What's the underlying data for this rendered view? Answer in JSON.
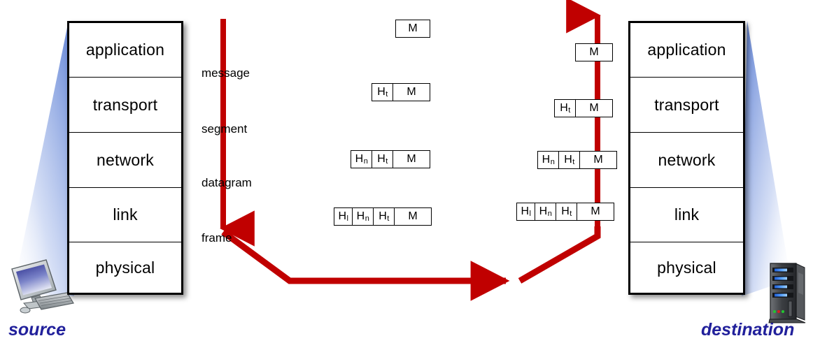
{
  "diagram": {
    "title": "Encapsulation",
    "accent_red": "#C00000",
    "caption_blue": "#21209B",
    "beam_blue": "#7A97E0"
  },
  "source": {
    "caption": "source",
    "device_icon": "desktop-computer-icon",
    "layers": [
      {
        "label": "application"
      },
      {
        "label": "transport"
      },
      {
        "label": "network"
      },
      {
        "label": "link"
      },
      {
        "label": "physical"
      }
    ]
  },
  "destination": {
    "caption": "destination",
    "device_icon": "server-tower-icon",
    "layers": [
      {
        "label": "application"
      },
      {
        "label": "transport"
      },
      {
        "label": "network"
      },
      {
        "label": "link"
      },
      {
        "label": "physical"
      }
    ]
  },
  "pdu_labels": [
    {
      "label": "message"
    },
    {
      "label": "segment"
    },
    {
      "label": "datagram"
    },
    {
      "label": "frame"
    }
  ],
  "encapsulation_sequence": [
    {
      "name": "message",
      "cells": [
        {
          "text": "M",
          "sub": "",
          "width": 48
        }
      ]
    },
    {
      "name": "segment",
      "cells": [
        {
          "text": "H",
          "sub": "t",
          "width": 30
        },
        {
          "text": "M",
          "sub": "",
          "width": 52
        }
      ]
    },
    {
      "name": "datagram",
      "cells": [
        {
          "text": "H",
          "sub": "n",
          "width": 30
        },
        {
          "text": "H",
          "sub": "t",
          "width": 30
        },
        {
          "text": "M",
          "sub": "",
          "width": 52
        }
      ]
    },
    {
      "name": "frame",
      "cells": [
        {
          "text": "H",
          "sub": "l",
          "width": 26
        },
        {
          "text": "H",
          "sub": "n",
          "width": 30
        },
        {
          "text": "H",
          "sub": "t",
          "width": 30
        },
        {
          "text": "M",
          "sub": "",
          "width": 52
        }
      ]
    }
  ],
  "decapsulation_sequence": [
    {
      "name": "message",
      "cells": [
        {
          "text": "M",
          "sub": "",
          "width": 52
        }
      ]
    },
    {
      "name": "segment",
      "cells": [
        {
          "text": "H",
          "sub": "t",
          "width": 30
        },
        {
          "text": "M",
          "sub": "",
          "width": 52
        }
      ]
    },
    {
      "name": "datagram",
      "cells": [
        {
          "text": "H",
          "sub": "n",
          "width": 30
        },
        {
          "text": "H",
          "sub": "t",
          "width": 30
        },
        {
          "text": "M",
          "sub": "",
          "width": 52
        }
      ]
    },
    {
      "name": "frame",
      "cells": [
        {
          "text": "H",
          "sub": "l",
          "width": 26
        },
        {
          "text": "H",
          "sub": "n",
          "width": 30
        },
        {
          "text": "H",
          "sub": "t",
          "width": 30
        },
        {
          "text": "M",
          "sub": "",
          "width": 52
        }
      ]
    }
  ],
  "flow": {
    "down_arrow_name": "encapsulation-down-arrow",
    "link_arrow_name": "physical-link-arrow",
    "up_arrow_name": "decapsulation-up-arrow"
  }
}
